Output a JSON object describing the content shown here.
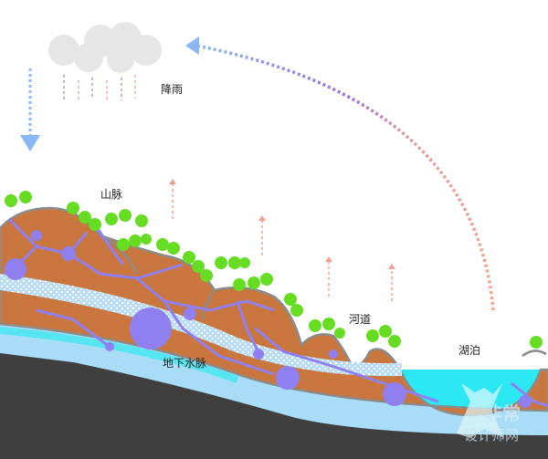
{
  "labels": {
    "rain": "降雨",
    "mountain": "山脉",
    "river": "河道",
    "lake": "湖泊",
    "groundwater": "地下水脉"
  },
  "watermark": "非常 设计师网",
  "colors": {
    "soil": "#c9773e",
    "vein": "#8f7ff0",
    "water": "#55e6f2",
    "aquifer": "#a8dcf7",
    "bedrock": "#3f3f3f",
    "tree": "#66dd22",
    "outline": "#8b8b8b"
  }
}
